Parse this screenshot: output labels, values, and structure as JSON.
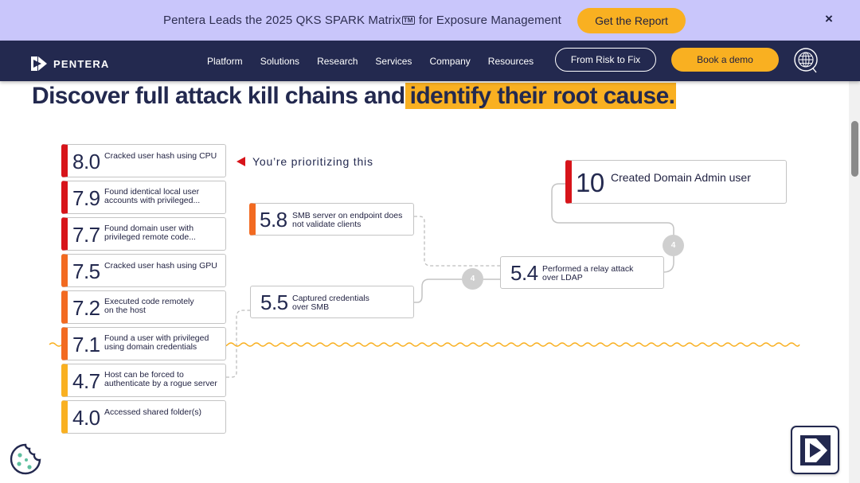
{
  "announcement": {
    "text_before": "Pentera Leads the 2025 QKS SPARK Matrix",
    "tm": "TM",
    "text_after": " for Exposure Management",
    "cta": "Get the Report",
    "close": "×"
  },
  "nav": {
    "brand": "PENTERA",
    "items": [
      "Platform",
      "Solutions",
      "Research",
      "Services",
      "Company",
      "Resources"
    ],
    "risk_button": "From Risk to Fix",
    "demo_button": "Book a demo",
    "globe_icon": "globe-icon"
  },
  "headline": {
    "plain": "Discover full attack kill chains and",
    "highlight": "identify their root cause."
  },
  "vulnerabilities": [
    {
      "score": "8.0",
      "line1": "Cracked user hash using CPU",
      "line2": "",
      "severity": "red"
    },
    {
      "score": "7.9",
      "line1": "Found identical local user",
      "line2": "accounts with privileged...",
      "severity": "red"
    },
    {
      "score": "7.7",
      "line1": "Found domain user with",
      "line2": "privileged remote code...",
      "severity": "red"
    },
    {
      "score": "7.5",
      "line1": "Cracked user hash using GPU",
      "line2": "",
      "severity": "orange"
    },
    {
      "score": "7.2",
      "line1": "Executed code remotely",
      "line2": "on the host",
      "severity": "orange"
    },
    {
      "score": "7.1",
      "line1": "Found a user with privileged",
      "line2": "using domain credentials",
      "severity": "orange"
    },
    {
      "score": "4.7",
      "line1": "Host can be forced to",
      "line2": "authenticate by a rogue server",
      "severity": "yellow"
    },
    {
      "score": "4.0",
      "line1": "Accessed shared folder(s)",
      "line2": "",
      "severity": "yellow"
    }
  ],
  "prioritizing_label": "You’re prioritizing this",
  "path": {
    "smb_node": {
      "score": "5.8",
      "line1": "SMB server on endpoint does",
      "line2": "not validate clients"
    },
    "creds_node": {
      "score": "5.5",
      "line1": "Captured credentials",
      "line2": "over SMB"
    },
    "relay_node": {
      "score": "5.4",
      "line1": "Performed a relay attack",
      "line2": "over LDAP"
    },
    "admin_node": {
      "score": "10",
      "line1": "Created Domain Admin user"
    },
    "step_badge_1": "4",
    "step_badge_2": "4"
  },
  "colors": {
    "navy": "#23294f",
    "accent": "#f9b021",
    "banner": "#c9c6fb",
    "critical": "#d7141a",
    "high": "#f26a21",
    "medium": "#f9b021",
    "squiggle": "#f9b021"
  },
  "widgets": {
    "cookie_icon": "cookie-icon",
    "chat_icon": "pentera-chat-icon"
  }
}
